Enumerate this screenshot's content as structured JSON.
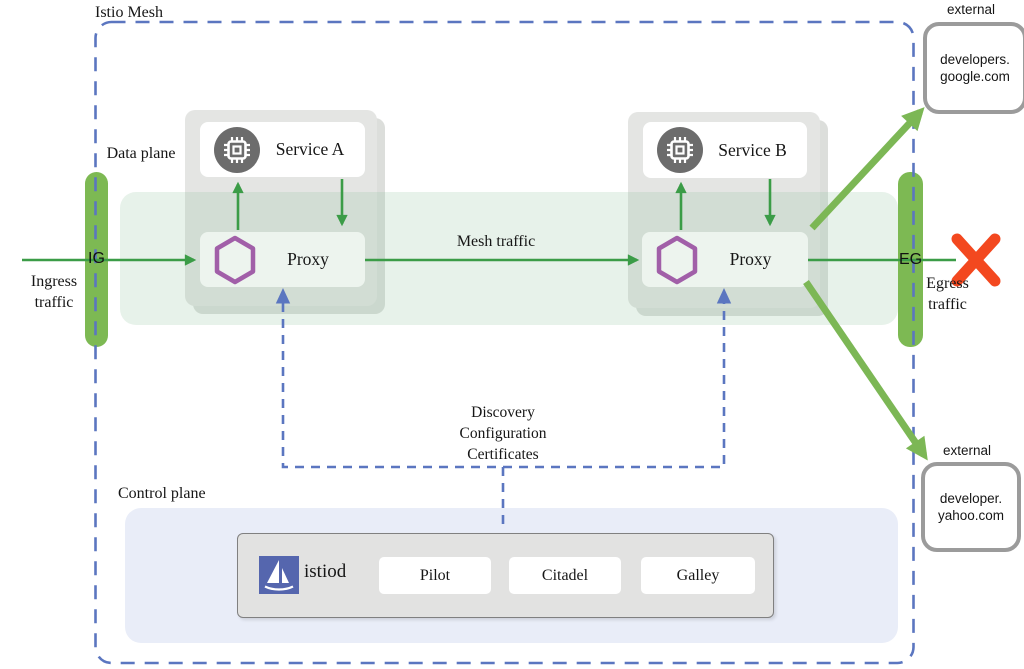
{
  "diagram_title": "Istio Mesh",
  "colors": {
    "mesh-border-blue": "#5b76c0",
    "arrow-green": "#3b9c47",
    "arrow-light-green": "#7cb755",
    "gateway-green": "#7db953",
    "hexagon-purple": "#a15fa8",
    "istio-logo-blue": "#5566ae",
    "blocked-x-red": "#f3481f",
    "text-color": "#161616"
  },
  "planes": {
    "data_plane_label": "Data plane",
    "control_plane_label": "Control plane"
  },
  "traffic": {
    "ingress_label": "Ingress traffic",
    "egress_label": "Egress traffic",
    "mesh_traffic_label": "Mesh traffic",
    "ingress_gateway": "IG",
    "egress_gateway": "EG"
  },
  "services": [
    {
      "name": "Service A",
      "proxy_label": "Proxy",
      "icon": "cpu-chip-icon",
      "proxy_icon": "hexagon-icon"
    },
    {
      "name": "Service B",
      "proxy_label": "Proxy",
      "icon": "cpu-chip-icon",
      "proxy_icon": "hexagon-icon"
    }
  ],
  "control_channel": {
    "lines": [
      "Discovery",
      "Configuration",
      "Certificates"
    ]
  },
  "istiod": {
    "label": "istiod",
    "icon": "istio-sailboat-icon",
    "components": [
      "Pilot",
      "Citadel",
      "Galley"
    ]
  },
  "external_endpoints": [
    {
      "tag": "external",
      "host_lines": [
        "developers.",
        "google.com"
      ]
    },
    {
      "tag": "external",
      "host_lines": [
        "developer.",
        "yahoo.com"
      ]
    }
  ]
}
